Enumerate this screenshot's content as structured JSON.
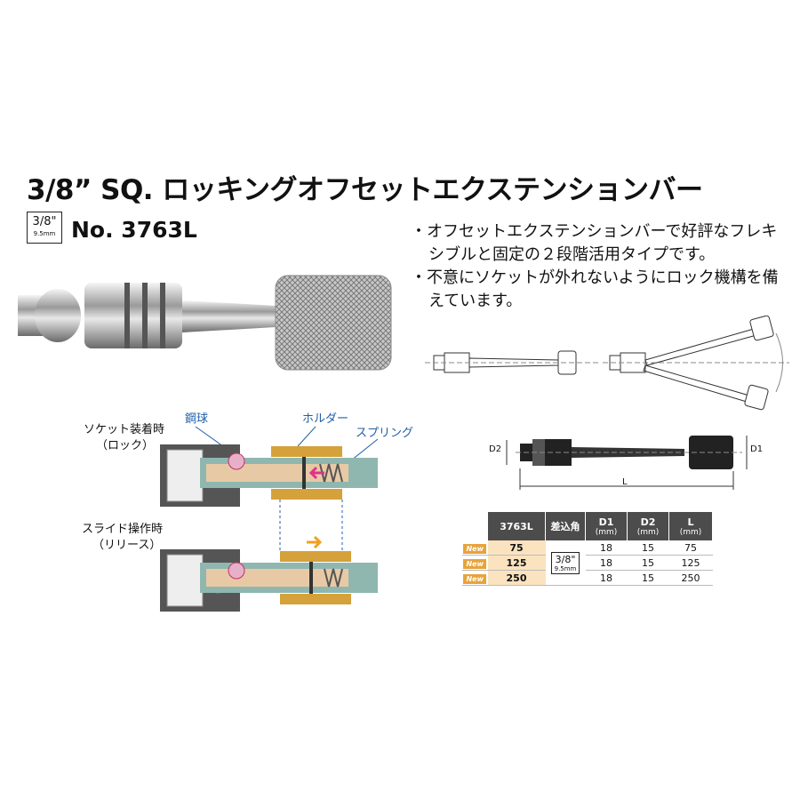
{
  "header": {
    "title": "3/8” SQ. ロッキングオフセットエクステンションバー",
    "sq_badge_big": "3/8\"",
    "sq_badge_small": "9.5mm",
    "model_number": "No. 3763L"
  },
  "description": {
    "bullets": [
      "・オフセットエクステンションバーで好評なフレキシブルと固定の２段階活用タイプです。",
      "・不意にソケットが外れないようにロック機構を備えています。"
    ]
  },
  "mechanism": {
    "state_lock_title": "ソケット装着時",
    "state_lock_sub": "（ロック）",
    "state_release_title": "スライド操作時",
    "state_release_sub": "（リリース）",
    "label_steel_ball": "鋼球",
    "label_holder": "ホルダー",
    "label_spring": "スプリング"
  },
  "dimension_drawing": {
    "d2_label": "D2",
    "d1_label": "D1",
    "l_label": "L"
  },
  "spec_table": {
    "headers": {
      "model": "3763L",
      "drive": "差込角",
      "d1": "D1",
      "d2": "D2",
      "l": "L",
      "unit": "(mm)"
    },
    "drive_value_big": "3/8\"",
    "drive_value_small": "9.5mm",
    "new_label": "New",
    "rows": [
      {
        "size": "75",
        "d1": "18",
        "d2": "15",
        "l": "75"
      },
      {
        "size": "125",
        "d1": "18",
        "d2": "15",
        "l": "125"
      },
      {
        "size": "250",
        "d1": "18",
        "d2": "15",
        "l": "250"
      }
    ]
  },
  "colors": {
    "brass": "#d4a13a",
    "rod": "#e8c9a6",
    "spring_arrow": "#e0338a",
    "slide_arrow": "#f0a020",
    "label_blue": "#1f5fa8",
    "table_header": "#4c4c4c",
    "size_cell": "#fbe3bf"
  }
}
